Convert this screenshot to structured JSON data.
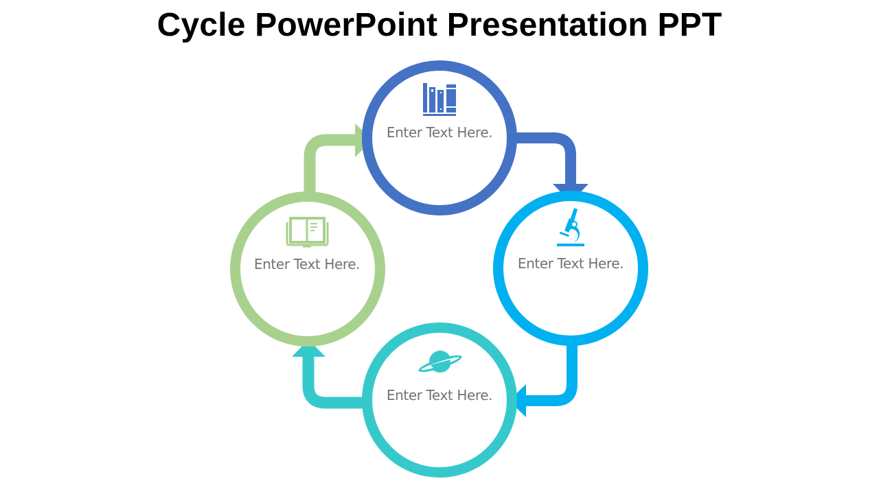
{
  "slide": {
    "title": "Cycle PowerPoint Presentation PPT"
  },
  "colors": {
    "blue": "#4472C4",
    "sky_blue": "#00B0F0",
    "teal": "#36C9CC",
    "green": "#A9D18E",
    "text": "#767171",
    "title": "#000000"
  },
  "cycle": {
    "steps": [
      {
        "position": "top",
        "icon": "books-icon",
        "color": "#4472C4",
        "text": "Enter Text Here."
      },
      {
        "position": "right",
        "icon": "microscope-icon",
        "color": "#00B0F0",
        "text": "Enter Text Here."
      },
      {
        "position": "bottom",
        "icon": "planet-icon",
        "color": "#36C9CC",
        "text": "Enter Text Here."
      },
      {
        "position": "left",
        "icon": "open-book-icon",
        "color": "#A9D18E",
        "text": "Enter Text Here."
      }
    ],
    "connectors": [
      {
        "from": "top",
        "to": "right",
        "color": "#4472C4"
      },
      {
        "from": "right",
        "to": "bottom",
        "color": "#00B0F0"
      },
      {
        "from": "bottom",
        "to": "left",
        "color": "#36C9CC"
      },
      {
        "from": "left",
        "to": "top",
        "color": "#A9D18E"
      }
    ]
  }
}
